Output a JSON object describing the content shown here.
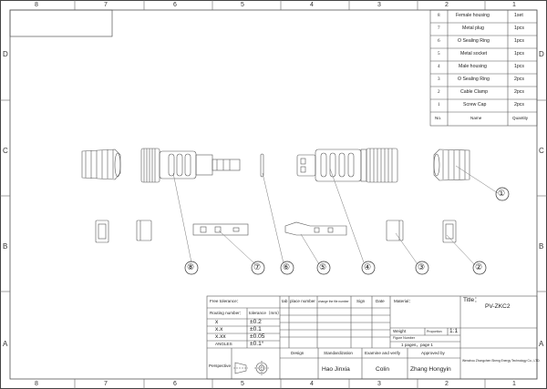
{
  "grid": {
    "columns": [
      "8",
      "7",
      "6",
      "5",
      "4",
      "3",
      "2",
      "1"
    ],
    "rows": [
      "D",
      "C",
      "B",
      "A"
    ]
  },
  "bom": {
    "rows": [
      {
        "no": "8",
        "name": "Female housing",
        "qty": "1set"
      },
      {
        "no": "7",
        "name": "Metal plug",
        "qty": "1pcs"
      },
      {
        "no": "6",
        "name": "O Sealing Ring",
        "qty": "1pcs"
      },
      {
        "no": "5",
        "name": "Metal socket",
        "qty": "1pcs"
      },
      {
        "no": "4",
        "name": "Male housing",
        "qty": "1pcs"
      },
      {
        "no": "3",
        "name": "O Sealing Ring",
        "qty": "2pcs"
      },
      {
        "no": "2",
        "name": "Cable Clamp",
        "qty": "2pcs"
      },
      {
        "no": "1",
        "name": "Screw Cap",
        "qty": "2pcs"
      }
    ],
    "header": {
      "no": "No.",
      "name": "Name",
      "qty": "Quantity"
    }
  },
  "callouts": [
    "①",
    "②",
    "③",
    "④",
    "⑤",
    "⑥",
    "⑦",
    "⑧"
  ],
  "title_block": {
    "free_tolerance": "Free tolerance：",
    "routing_number": "Routing number：",
    "tolerance_mm": "tolerance（mm）",
    "tol_rows": [
      {
        "k": "x",
        "v": "±0.2"
      },
      {
        "k": "x.x",
        "v": "±0.1"
      },
      {
        "k": "x.xx",
        "v": "±0.05"
      },
      {
        "k": "ANGLES",
        "v": "±0.1°"
      }
    ],
    "perspective": "Perspective",
    "tab": "tab",
    "place_number": "place number",
    "change_file": "change the file number",
    "sign": "Sign",
    "date": "Date",
    "material": "Material：",
    "title_label": "Title：",
    "title_value": "PV-ZKC2",
    "weight": "Weight",
    "proportion": "Proportion",
    "proportion_value": "1:1",
    "figure_number": "Figure Number",
    "pages": "1 pages，page 1",
    "design": "Design",
    "standardization": "Standardization",
    "examine": "Examine and verify",
    "approved": "Approved by",
    "std_name": "Hao Jinxia",
    "exam_name": "Colin",
    "appr_name": "Zhang Hongyin",
    "company": "Wenzhou Zhongchen Sheng Energy Technology Co., LTD."
  }
}
